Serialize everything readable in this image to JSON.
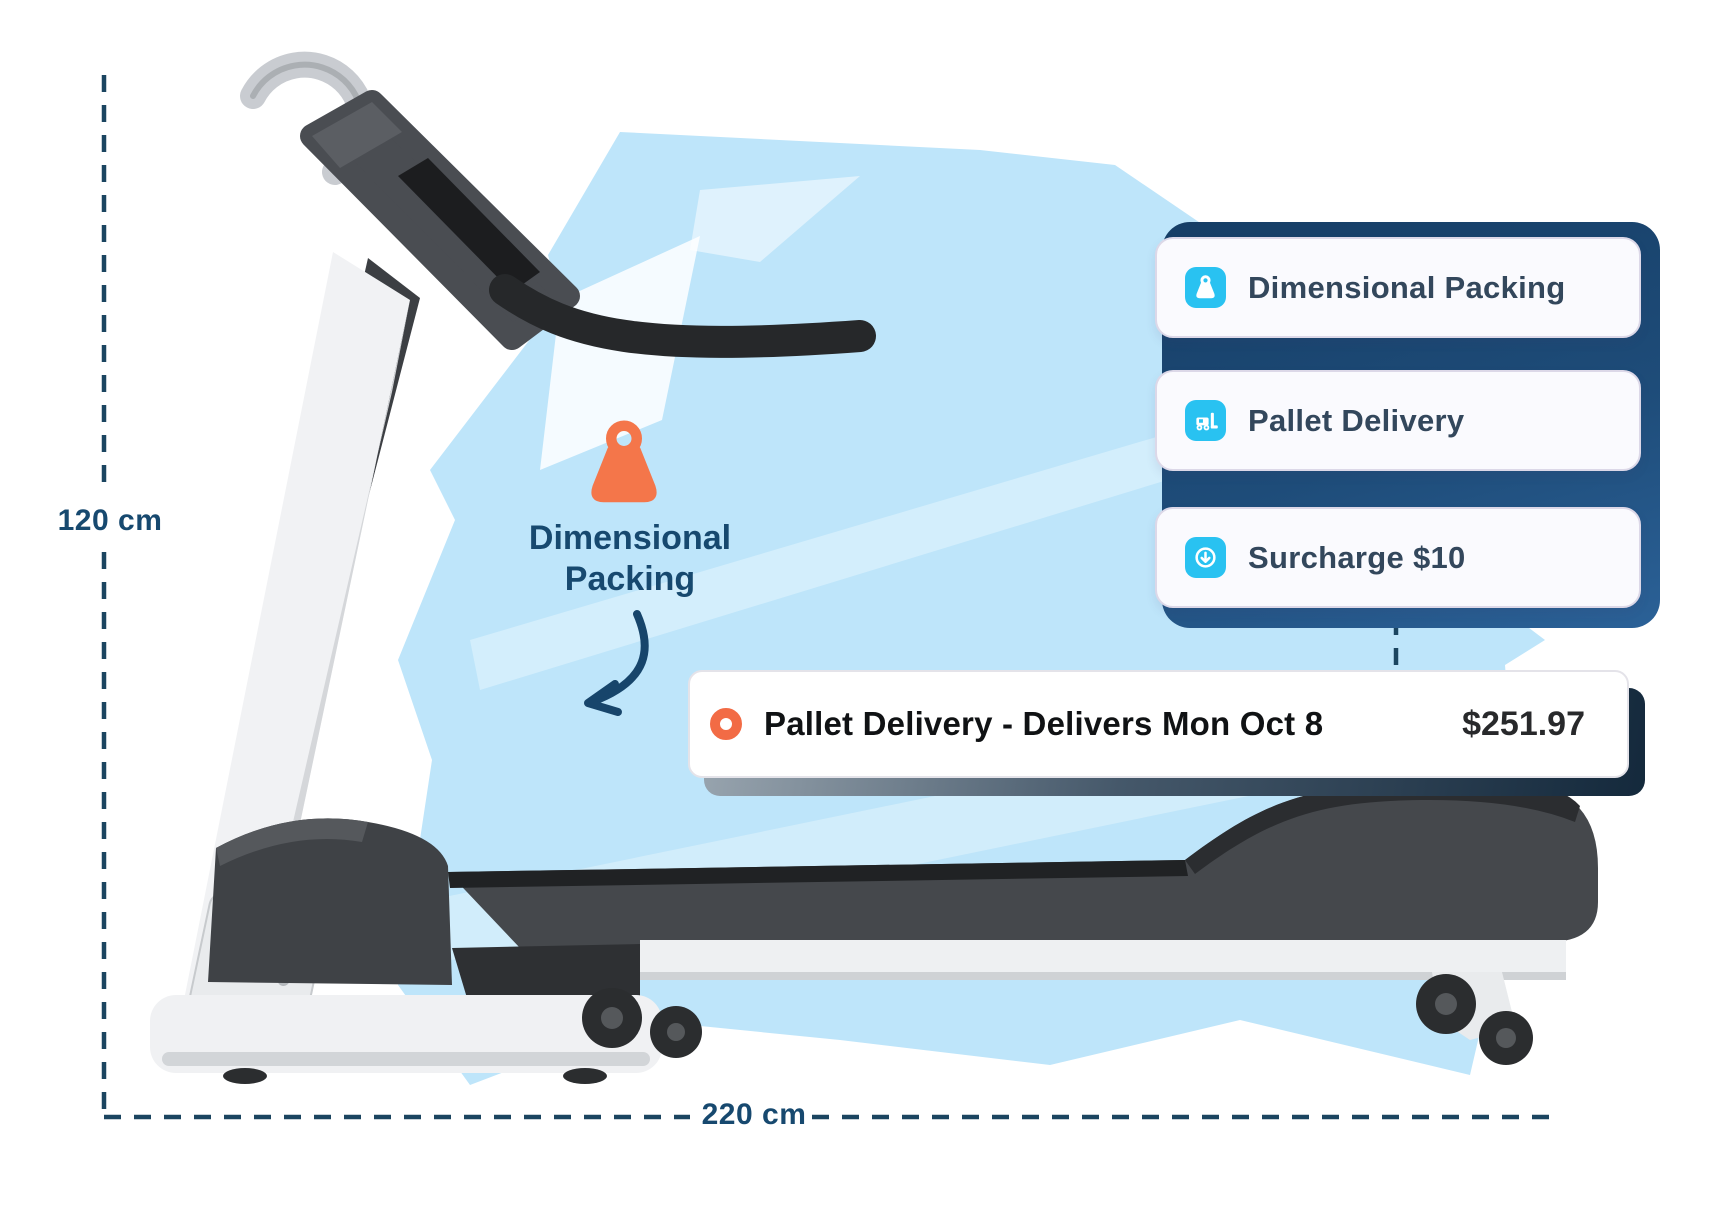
{
  "dimensions": {
    "height_label": "120 cm",
    "width_label": "220 cm"
  },
  "floating_annotation": {
    "line1": "Dimensional",
    "line2": "Packing",
    "icon": "weight-icon"
  },
  "badges": [
    {
      "label": "Dimensional Packing",
      "icon": "weight-icon"
    },
    {
      "label": "Pallet Delivery",
      "icon": "forklift-icon"
    },
    {
      "label": "Surcharge $10",
      "icon": "arrow-down-circle-icon"
    }
  ],
  "quote_card": {
    "title": "Pallet Delivery - Delivers Mon Oct 8",
    "price": "$251.97",
    "icon": "radio-dot-icon"
  },
  "colors": {
    "accent_cyan": "#29C2F1",
    "panel_navy": "#1E4C79",
    "dash_navy": "#1B4560",
    "orange": "#F4764A",
    "blob_blue": "#BEE5FA",
    "badge_text": "#33475C",
    "label_navy": "#17496F"
  }
}
